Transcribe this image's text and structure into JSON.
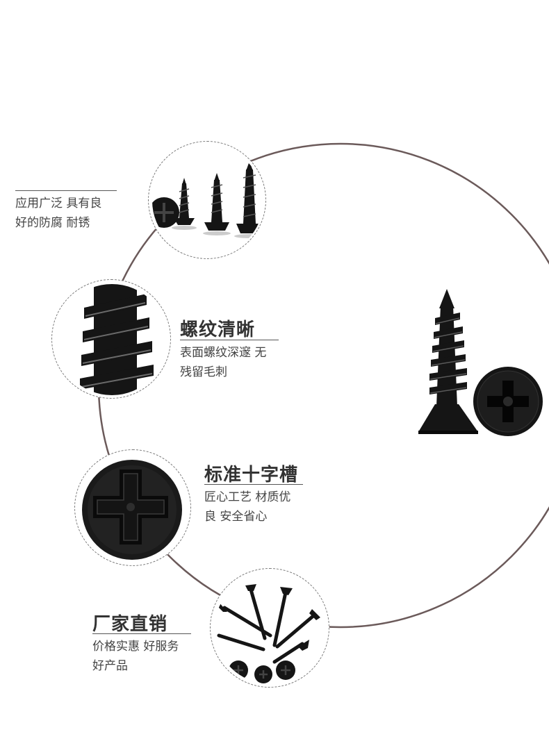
{
  "features": [
    {
      "id": "wide-use",
      "title": "",
      "lines": [
        "应用广泛 具有良",
        "好的防腐 耐锈"
      ]
    },
    {
      "id": "clear-thread",
      "title": "螺纹清晰",
      "lines": [
        "表面螺纹深邃 无",
        "残留毛刺"
      ]
    },
    {
      "id": "cross-slot",
      "title": "标准十字槽",
      "lines": [
        "匠心工艺 材质优",
        "良 安全省心"
      ]
    },
    {
      "id": "factory-direct",
      "title": "厂家直销",
      "lines": [
        "价格实惠 好服务",
        "好产品"
      ]
    }
  ],
  "colors": {
    "ring": "#6b5a5a",
    "metal": "#151515",
    "text": "#333333"
  }
}
